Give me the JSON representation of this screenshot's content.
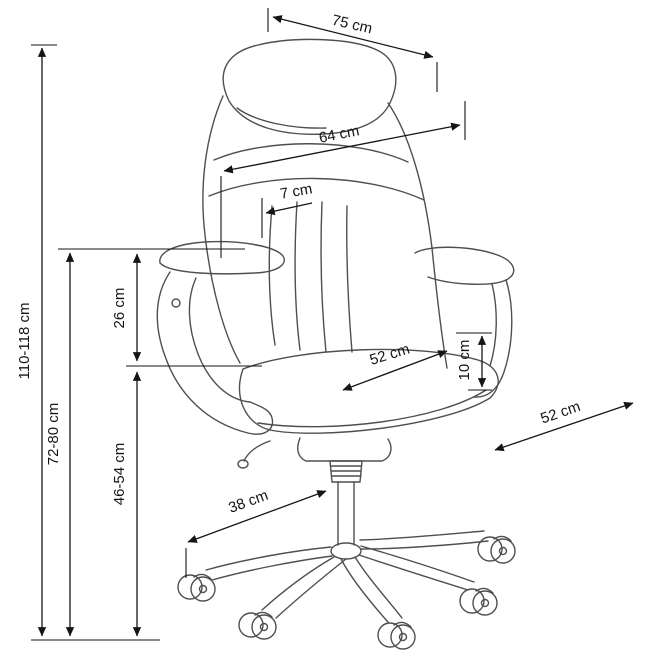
{
  "diagram": {
    "subject": "office-chair-dimension-drawing",
    "unit": "cm",
    "colors": {
      "background": "#ffffff",
      "dimension_lines": "#151515",
      "chair_outline": "#4f4f4f"
    },
    "dims": [
      {
        "name": "overall-width-top",
        "label": "75 cm"
      },
      {
        "name": "backrest-width",
        "label": "64 cm"
      },
      {
        "name": "armrest-pad-width",
        "label": "7 cm"
      },
      {
        "name": "overall-height",
        "label": "110-118 cm"
      },
      {
        "name": "seat-to-armrest-height",
        "label": "26 cm"
      },
      {
        "name": "floor-to-armrest-height",
        "label": "72-80 cm"
      },
      {
        "name": "seat-height",
        "label": "46-54 cm"
      },
      {
        "name": "seat-width",
        "label": "52 cm"
      },
      {
        "name": "seat-cushion-thickness",
        "label": "10 cm"
      },
      {
        "name": "seat-depth",
        "label": "52 cm"
      },
      {
        "name": "base-arm-reach",
        "label": "38 cm"
      }
    ]
  }
}
